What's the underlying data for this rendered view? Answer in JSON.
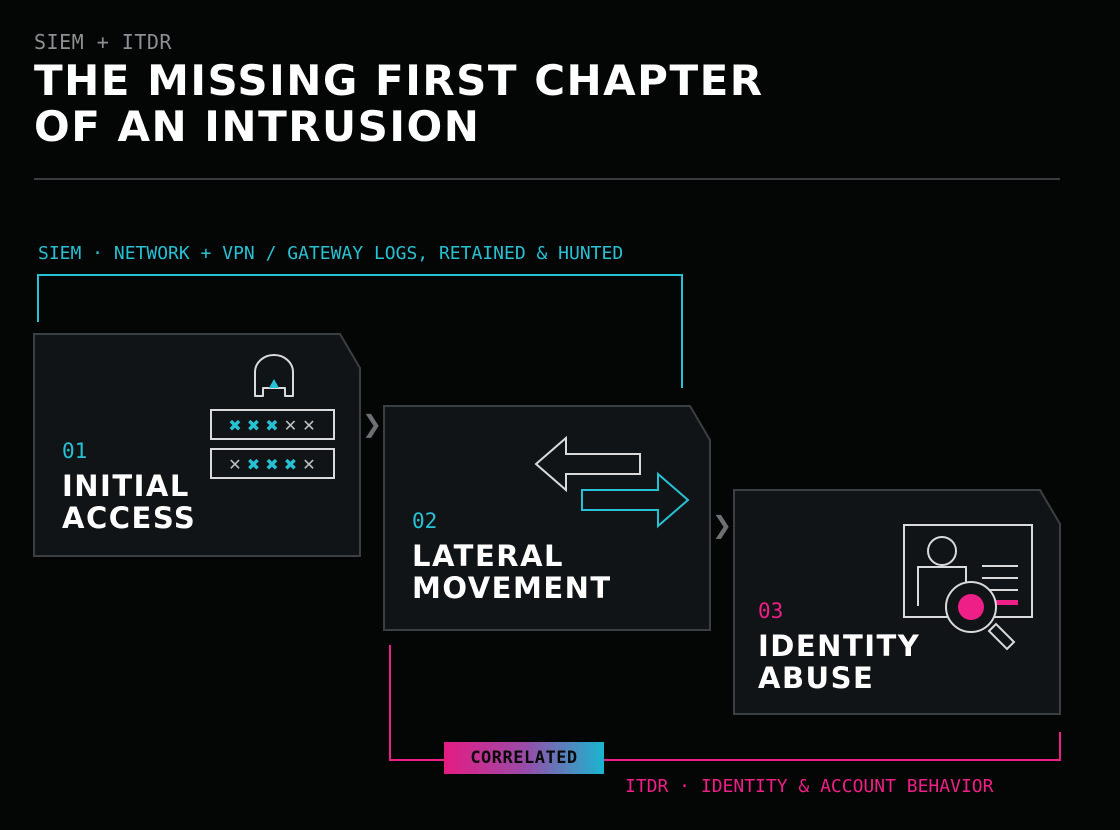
{
  "header": {
    "eyebrow": "SIEM + ITDR",
    "title_line1": "THE MISSING FIRST CHAPTER",
    "title_line2": "OF AN INTRUSION"
  },
  "bands": {
    "siem_label": "SIEM · NETWORK + VPN / GATEWAY LOGS, RETAINED & HUNTED",
    "itdr_label": "ITDR · IDENTITY & ACCOUNT BEHAVIOR",
    "correlated_label": "CORRELATED"
  },
  "stages": [
    {
      "number": "01",
      "title_line1": "INITIAL",
      "title_line2": "ACCESS",
      "icon": "credential-guess-icon"
    },
    {
      "number": "02",
      "title_line1": "LATERAL",
      "title_line2": "MOVEMENT",
      "icon": "two-way-arrows-icon"
    },
    {
      "number": "03",
      "title_line1": "IDENTITY",
      "title_line2": "ABUSE",
      "icon": "id-card-magnifier-icon"
    }
  ],
  "password_rows": [
    [
      "✖",
      "✖",
      "✖",
      "✕",
      "✕"
    ],
    [
      "✕",
      "✖",
      "✖",
      "✖",
      "✕"
    ]
  ],
  "connector_glyph": "❯",
  "colors": {
    "background": "#040505",
    "card": "#111416",
    "card_border": "#3c3f42",
    "siem_cyan": "#27c1d4",
    "itdr_magenta": "#ee1f86",
    "text": "#ffffff",
    "muted": "#8d8f91"
  }
}
